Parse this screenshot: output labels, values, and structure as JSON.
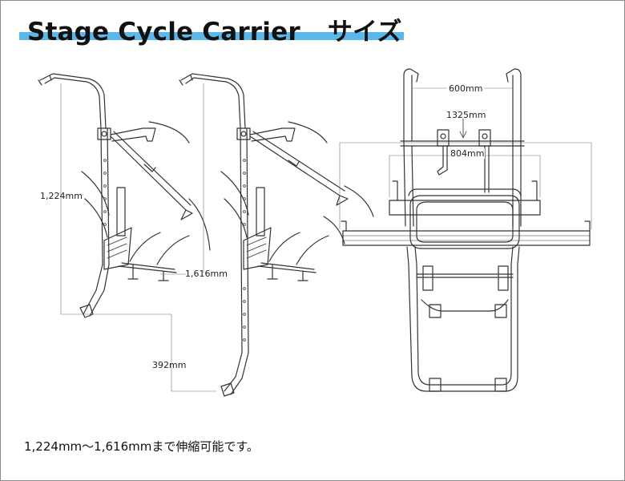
{
  "header": {
    "title": "Stage Cycle Carrier",
    "title_ja": "サイズ",
    "accent_color": "#5bb8e8"
  },
  "dimensions": {
    "min_height": "1,224mm",
    "max_height": "1,616mm",
    "bottom_offset": "392mm",
    "arm_spacing": "600mm",
    "width_total": "1325mm",
    "width_inner": "804mm"
  },
  "caption": "1,224mm～1,616mmまで伸縮可能です。"
}
